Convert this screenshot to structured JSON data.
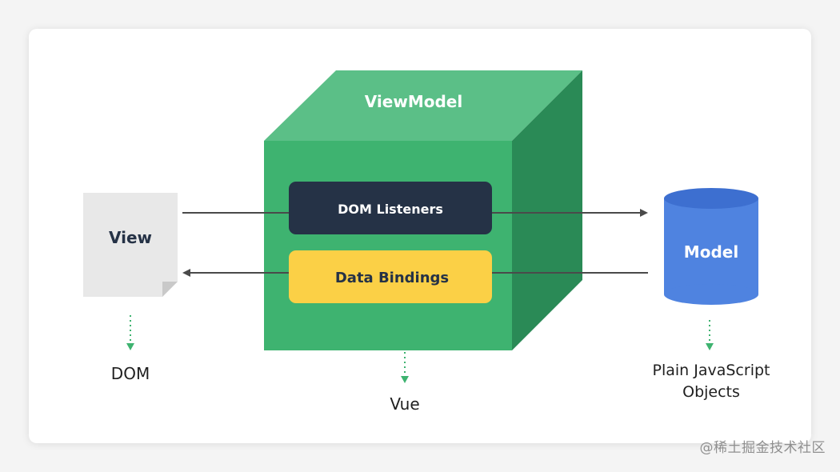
{
  "diagram": {
    "viewmodel_label": "ViewModel",
    "dom_listeners_label": "DOM Listeners",
    "data_bindings_label": "Data Bindings",
    "view_label": "View",
    "model_label": "Model",
    "dom_label": "DOM",
    "vue_label": "Vue",
    "plain_js_line1": "Plain JavaScript",
    "plain_js_line2": "Objects"
  },
  "watermark": "@稀土掘金技术社区",
  "colors": {
    "cube_front": "#3eb370",
    "cube_top": "#5bbf87",
    "cube_side": "#2a8a56",
    "dom_listeners_bg": "#253246",
    "data_bindings_bg": "#fbd046",
    "model_cylinder": "#4f83e0",
    "view_doc": "#e8e8e8",
    "arrow": "#4a4a4a",
    "dotted_arrow": "#3eb370"
  }
}
